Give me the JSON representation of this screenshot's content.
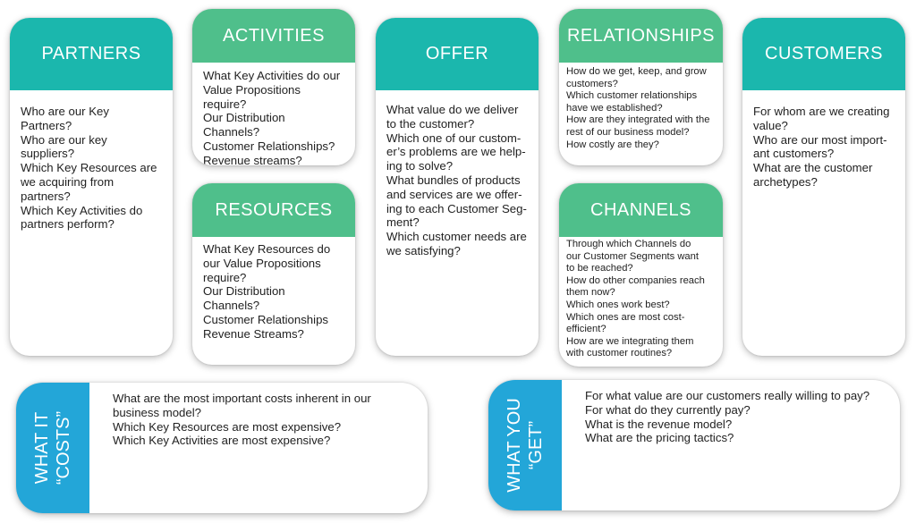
{
  "colors": {
    "teal": "#1bb7ad",
    "green": "#4fbf8b",
    "blue": "#23a6d8"
  },
  "partners": {
    "title": "PARTNERS",
    "lines": [
      "Who are our Key Partners?",
      "Who are our key suppliers?",
      "Which Key Resources are",
      "we acquiring from",
      "partners?",
      "Which Key Activities do",
      "partners perform?"
    ]
  },
  "activities": {
    "title": "ACTIVITIES",
    "lines": [
      "What Key Activities do our",
      "Value Propositions",
      "require?",
      "Our Distribution Channels?",
      "Customer Relationships?",
      "Revenue streams?"
    ]
  },
  "resources": {
    "title": "RESOURCES",
    "lines": [
      "What Key Resources do",
      "our Value Propositions",
      "require?",
      "Our Distribution Channels?",
      "Customer Relationships",
      "Revenue Streams?"
    ]
  },
  "offer": {
    "title": "OFFER",
    "lines": [
      "What value do we deliver",
      "to the customer?",
      "Which one of our custom-",
      "er’s problems are we help-",
      "ing to solve?",
      "What bundles of products",
      "and services are we offer-",
      "ing to each Customer Seg-",
      "ment?",
      "Which customer needs are",
      "we satisfying?"
    ]
  },
  "relationships": {
    "title": "RELATIONSHIPS",
    "lines": [
      "How do we get, keep, and grow",
      "customers?",
      "Which customer relationships",
      "have we established?",
      "How are they integrated with the",
      "rest of our business model?",
      "How costly are they?"
    ]
  },
  "channels": {
    "title": "CHANNELS",
    "lines": [
      "Through which Channels do",
      "our Customer Segments want",
      "to be reached?",
      "How do other companies reach",
      "them now?",
      "Which ones work best?",
      "Which ones are most cost-",
      "efficient?",
      "How are we integrating them",
      "with customer routines?"
    ]
  },
  "customers": {
    "title": "CUSTOMERS",
    "lines": [
      "For whom are we creating",
      "value?",
      "Who are our most import-",
      "ant customers?",
      "What are the customer",
      "archetypes?"
    ]
  },
  "costs": {
    "label_1": "WHAT IT",
    "label_2": "“COSTS”",
    "lines": [
      "What are the most important costs inherent in our",
      "business model?",
      "Which Key Resources are most expensive?",
      "Which Key Activities are most expensive?"
    ]
  },
  "get": {
    "label_1": "WHAT YOU",
    "label_2": "“GET”",
    "lines": [
      "For what value are our customers really willing to pay?",
      "For what do they currently pay?",
      "What is the revenue model?",
      "What are the pricing tactics?"
    ]
  }
}
